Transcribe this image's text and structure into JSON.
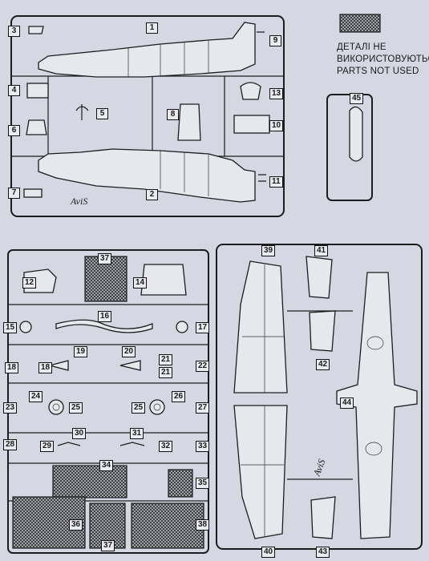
{
  "legend": {
    "line1": "ДЕТАЛІ НЕ",
    "line2": "ВИКОРИСТОВУЮТЬСЯ",
    "line3": "PARTS NOT USED"
  },
  "brand": "AviS",
  "part_numbers": {
    "p1": "1",
    "p2": "2",
    "p3": "3",
    "p4": "4",
    "p5": "5",
    "p6": "6",
    "p7": "7",
    "p8": "8",
    "p9": "9",
    "p10": "10",
    "p11": "11",
    "p12": "12",
    "p13": "13",
    "p14": "14",
    "p15": "15",
    "p16": "16",
    "p17": "17",
    "p18a": "18",
    "p18b": "18",
    "p19": "19",
    "p20": "20",
    "p21a": "21",
    "p21b": "21",
    "p22": "22",
    "p23": "23",
    "p24": "24",
    "p25a": "25",
    "p25b": "25",
    "p26": "26",
    "p27": "27",
    "p28": "28",
    "p29": "29",
    "p30": "30",
    "p31": "31",
    "p32": "32",
    "p33": "33",
    "p34": "34",
    "p35": "35",
    "p36": "36",
    "p37a": "37",
    "p37b": "37",
    "p38": "38",
    "p39": "39",
    "p40": "40",
    "p41": "41",
    "p42": "42",
    "p43": "43",
    "p44": "44",
    "p45": "45"
  }
}
